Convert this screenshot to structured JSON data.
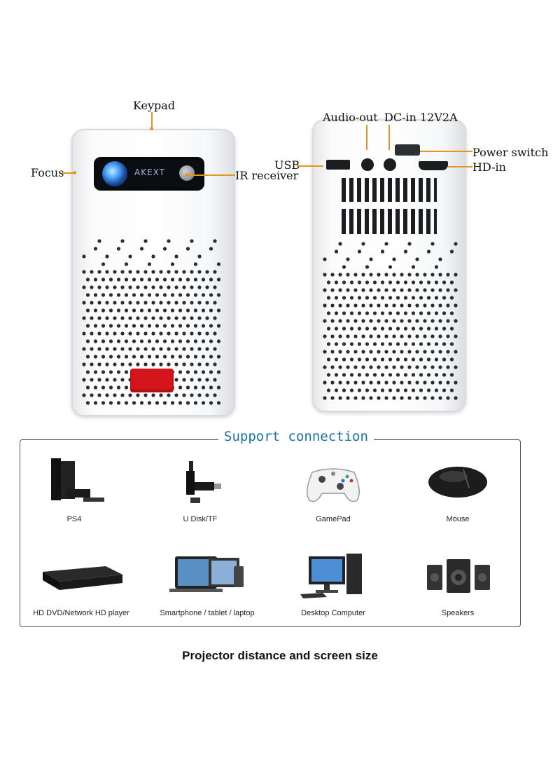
{
  "callouts": {
    "keypad": "Keypad",
    "focus": "Focus",
    "ir_receiver": "IR receiver",
    "audio_out": "Audio-out",
    "dc_in": "DC-in 12V2A",
    "usb": "USB",
    "power_switch": "Power switch",
    "hd_in": "HD-in"
  },
  "device": {
    "brand": "AKEXT"
  },
  "support": {
    "title": "Support connection",
    "items": [
      {
        "label": "PS4",
        "icon": "console-icon"
      },
      {
        "label": "U Disk/TF",
        "icon": "usb-drive-icon"
      },
      {
        "label": "GamePad",
        "icon": "gamepad-icon"
      },
      {
        "label": "Mouse",
        "icon": "mouse-icon"
      },
      {
        "label": "HD DVD/Network HD player",
        "icon": "dvd-player-icon"
      },
      {
        "label": "Smartphone / tablet / laptop",
        "icon": "devices-icon"
      },
      {
        "label": "Desktop Computer",
        "icon": "desktop-computer-icon"
      },
      {
        "label": "Speakers",
        "icon": "speakers-icon"
      }
    ]
  },
  "footer": "Projector distance and screen size",
  "colors": {
    "accent": "#e59520",
    "title_blue": "#1d6fa8",
    "red_button": "#d4151b"
  }
}
